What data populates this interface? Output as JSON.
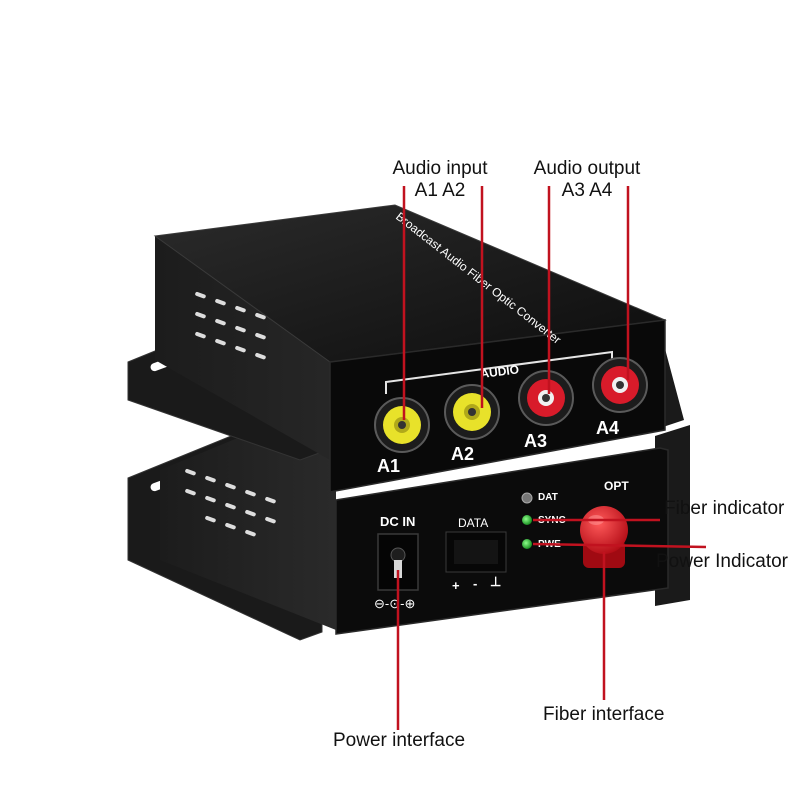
{
  "callouts": {
    "audio_input": {
      "line1": "Audio input",
      "line2": "A1 A2"
    },
    "audio_output": {
      "line1": "Audio output",
      "line2": "A3 A4"
    },
    "fiber_indicator": "Fiber indicator",
    "power_indicator": "Power Indicator",
    "fiber_interface": "Fiber interface",
    "power_interface": "Power interface"
  },
  "device": {
    "top_unit": {
      "lid_text": "Broadcast Audio Fiber Optic Converter",
      "audio_group_label": "AUDIO",
      "ports": [
        "A1",
        "A2",
        "A3",
        "A4"
      ]
    },
    "bottom_unit": {
      "dc_in_label": "DC IN",
      "polarity_label": "⊖-⊙-⊕",
      "data_label": "DATA",
      "data_pins": [
        "+",
        "-",
        "⊥"
      ],
      "leds": [
        "DAT",
        "SYNC",
        "PWE"
      ],
      "opt_label": "OPT"
    }
  },
  "colors": {
    "leader_line": "#c1121f",
    "rca_yellow": "#e8e22a",
    "rca_red": "#d81b2a",
    "fiber_cap": "#d2101e",
    "led_green": "#2fbf3a",
    "chassis": "#141414"
  }
}
